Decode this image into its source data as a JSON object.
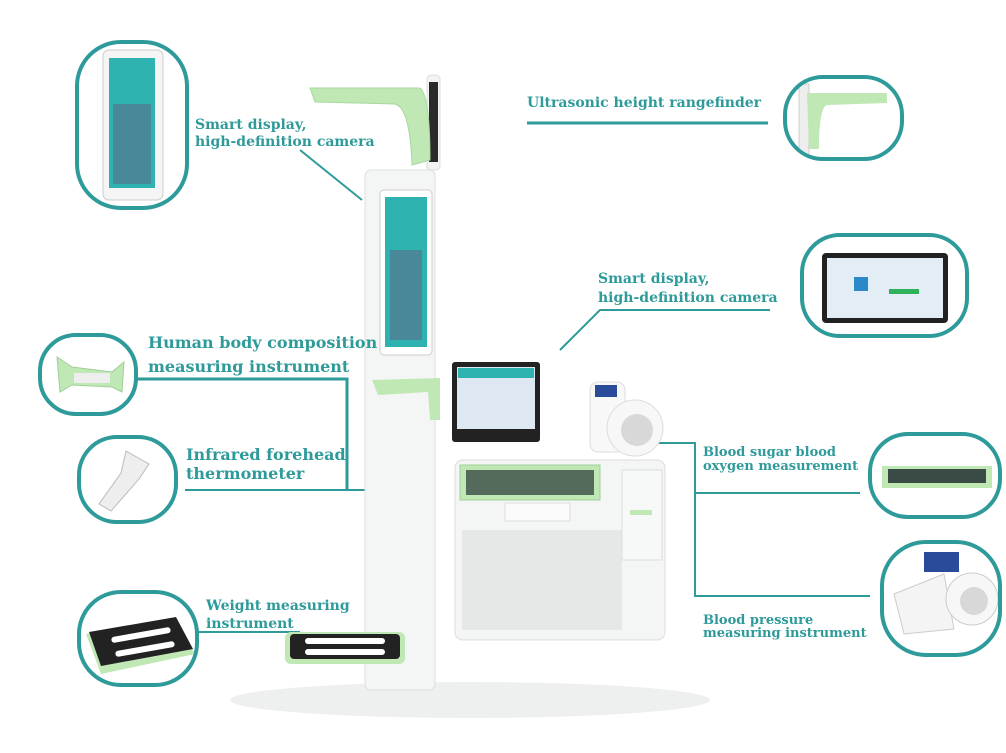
{
  "colors": {
    "accent": "#2e9a9a",
    "device_green": "#bfe8b5",
    "body": "#f4f5f5",
    "screen": "#2fb3b0"
  },
  "labels": {
    "display_top": {
      "line1": "Smart display,",
      "line2": "high-definition camera"
    },
    "height": {
      "line1": "Ultrasonic height rangefinder"
    },
    "display_side": {
      "line1": "Smart display,",
      "line2": "high-definition camera"
    },
    "body_comp": {
      "line1": "Human body composition",
      "line2": "measuring instrument"
    },
    "thermo": {
      "line1": "Infrared forehead",
      "line2": "thermometer"
    },
    "weight": {
      "line1": "Weight measuring",
      "line2": "instrument"
    },
    "sugar": {
      "line1": "Blood sugar blood",
      "line2": "oxygen measurement"
    },
    "pressure": {
      "line1": "Blood pressure",
      "line2": "measuring instrument"
    }
  }
}
